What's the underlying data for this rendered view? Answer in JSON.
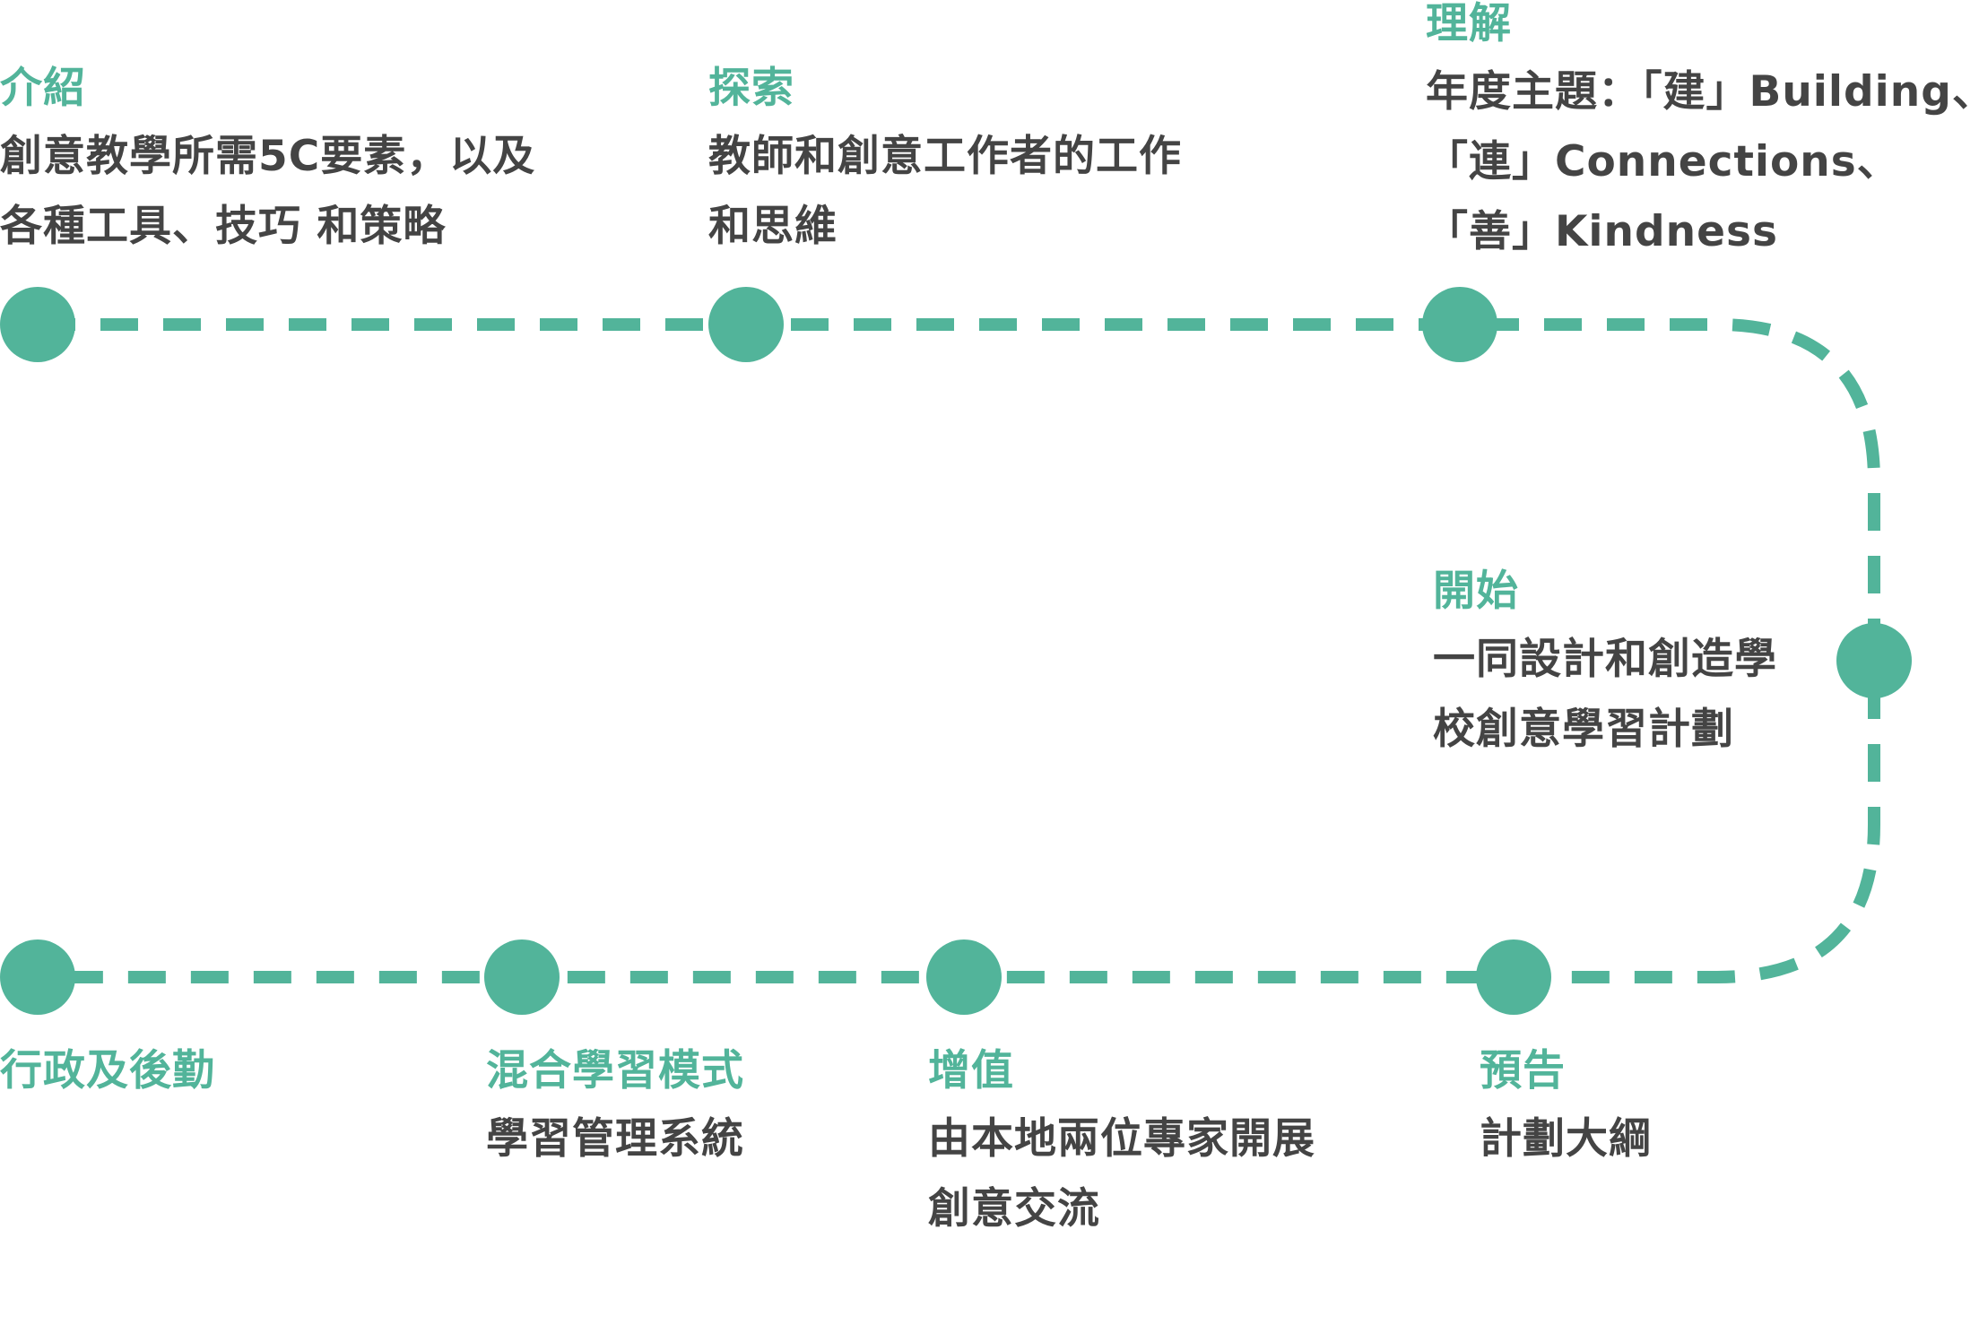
{
  "colors": {
    "accent": "#52b49a",
    "text": "#444444",
    "background": "#ffffff"
  },
  "stages": [
    {
      "title": "介紹",
      "lines": [
        "創意教學所需5C要素，以及",
        "各種工具、技巧 和策略"
      ]
    },
    {
      "title": "探索",
      "lines": [
        "教師和創意工作者的工作",
        "和思維"
      ]
    },
    {
      "title": "理解",
      "lines": [
        "年度主題：「建」Building、",
        "「連」Connections、",
        "「善」Kindness"
      ]
    },
    {
      "title": "開始",
      "lines": [
        "一同設計和創造學",
        "校創意學習計劃"
      ]
    },
    {
      "title": "預告",
      "lines": [
        "計劃大綱"
      ]
    },
    {
      "title": "增值",
      "lines": [
        "由本地兩位專家開展",
        "創意交流"
      ]
    },
    {
      "title": "混合學習模式",
      "lines": [
        "學習管理系統"
      ]
    },
    {
      "title": "行政及後勤",
      "lines": []
    }
  ]
}
